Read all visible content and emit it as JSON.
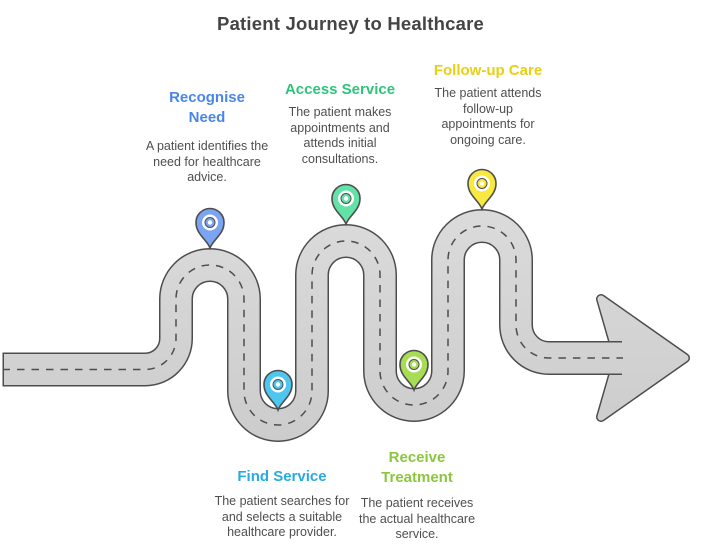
{
  "title": "Patient Journey to Healthcare",
  "stages": [
    {
      "name": "Recognise Need",
      "description": "A patient identifies the need for healthcare advice.",
      "color": "#4a86e8",
      "pin_color": "#7ba4f2"
    },
    {
      "name": "Find Service",
      "description": "The patient searches for and selects a suitable healthcare provider.",
      "color": "#29abe2",
      "pin_color": "#4dc7f0"
    },
    {
      "name": "Access Service",
      "description": "The patient makes appointments and attends initial consultations.",
      "color": "#2fc47c",
      "pin_color": "#62e2a6"
    },
    {
      "name": "Receive Treatment",
      "description": "The patient receives the actual healthcare service.",
      "color": "#8cc63f",
      "pin_color": "#a6dd55"
    },
    {
      "name": "Follow-up Care",
      "description": "The patient attends follow-up appointments for ongoing care.",
      "color": "#e7d012",
      "pin_color": "#f8e940"
    }
  ],
  "road": {
    "surface_top": "#dcdcdc",
    "surface_bottom": "#cbcbcb",
    "outline": "#4d4d4d",
    "dash": "#4d4d4d",
    "pin_inner": "#ffffff"
  }
}
